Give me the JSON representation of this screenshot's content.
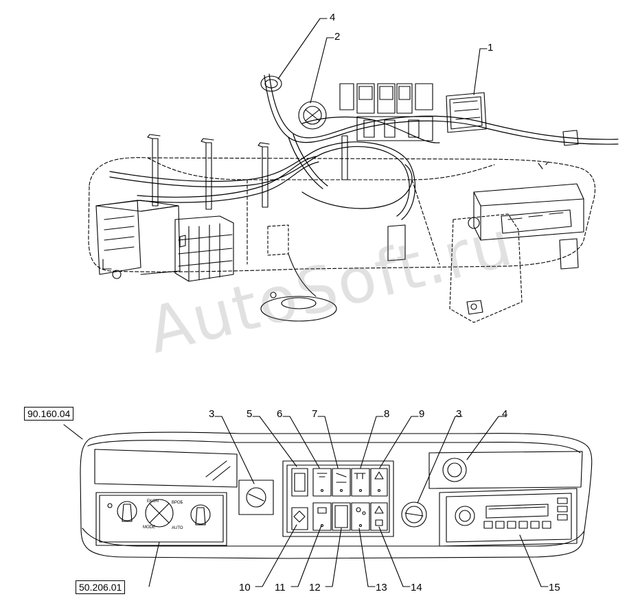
{
  "callouts": {
    "top_1": "1",
    "top_2": "2",
    "top_4": "4",
    "bot_3a": "3",
    "bot_5": "5",
    "bot_6": "6",
    "bot_7": "7",
    "bot_8": "8",
    "bot_9": "9",
    "bot_3b": "3",
    "bot_4": "4",
    "bot_10": "10",
    "bot_11": "11",
    "bot_12": "12",
    "bot_13": "13",
    "bot_14": "14",
    "bot_15": "15"
  },
  "references": {
    "ref_upper": "90.160.04",
    "ref_lower": "50.206.01"
  },
  "watermark": "AutoSoft.ru",
  "hvac_labels": {
    "top_left": "EKON",
    "top_right": "ВРОБ",
    "bottom_left": "MODE",
    "bottom_right": "AUTO"
  }
}
